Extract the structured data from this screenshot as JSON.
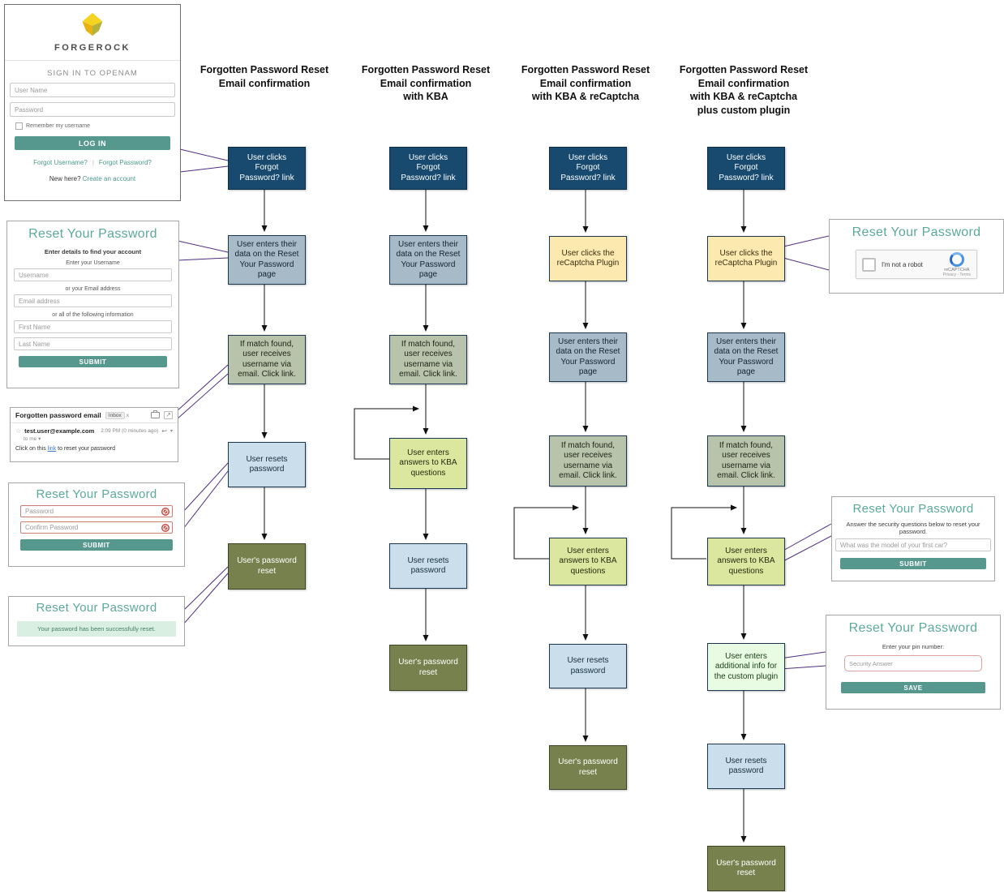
{
  "colors": {
    "accent_teal": "#56988e",
    "title_teal": "#5ba99a",
    "link_teal": "#4a9a8e",
    "navy_box": "#174a6e",
    "bluegray_box": "#a6bac8",
    "sage_box": "#b7c3ab",
    "yellowgreen_box": "#dbe79f",
    "lightblue_box": "#cadeeb",
    "olive_box": "#76814d",
    "cream_box": "#fce9b0",
    "mint_box": "#e7fce2",
    "connector_purple": "#4f2d7f",
    "error_red": "#c9473c",
    "success_bg": "#d9efe2"
  },
  "icons": {
    "expand": "↗",
    "star": "☆",
    "reply": "↩",
    "caret": "▾"
  },
  "columns": [
    {
      "title": "Forgotten Password Reset\nEmail confirmation",
      "boxes": [
        {
          "text": "User clicks\nForgot\nPassword? link"
        },
        {
          "text": "User enters their\ndata on the Reset\nYour Password\npage"
        },
        {
          "text": "If match found,\nuser receives\nusername via\nemail. Click link."
        },
        {
          "text": "User resets\npassword"
        },
        {
          "text": "User's password\nreset"
        }
      ]
    },
    {
      "title": "Forgotten Password Reset\nEmail confirmation\nwith KBA",
      "boxes": [
        {
          "text": "User clicks\nForgot\nPassword? link"
        },
        {
          "text": "User enters their\ndata on the Reset\nYour Password\npage"
        },
        {
          "text": "If match found,\nuser receives\nusername via\nemail. Click link."
        },
        {
          "text": "User enters\nanswers to KBA\nquestions"
        },
        {
          "text": "User resets\npassword"
        },
        {
          "text": "User's password\nreset"
        }
      ]
    },
    {
      "title": "Forgotten Password Reset\nEmail confirmation\nwith KBA & reCaptcha",
      "boxes": [
        {
          "text": "User clicks\nForgot\nPassword? link"
        },
        {
          "text": "User clicks the\nreCaptcha Plugin"
        },
        {
          "text": "User enters their\ndata on the Reset\nYour Password\npage"
        },
        {
          "text": "If match found,\nuser receives\nusername via\nemail. Click link."
        },
        {
          "text": "User enters\nanswers to KBA\nquestions"
        },
        {
          "text": "User resets\npassword"
        },
        {
          "text": "User's password\nreset"
        }
      ]
    },
    {
      "title": "Forgotten Password Reset\nEmail confirmation\nwith KBA & reCaptcha\nplus custom plugin",
      "boxes": [
        {
          "text": "User clicks\nForgot\nPassword? link"
        },
        {
          "text": "User clicks the\nreCaptcha Plugin"
        },
        {
          "text": "User enters their\ndata on the Reset\nYour Password\npage"
        },
        {
          "text": "If match found,\nuser receives\nusername via\nemail. Click link."
        },
        {
          "text": "User enters\nanswers to KBA\nquestions"
        },
        {
          "text": "User enters\nadditional info for\nthe custom plugin"
        },
        {
          "text": "User resets\npassword"
        },
        {
          "text": "User's password\nreset"
        }
      ]
    }
  ],
  "login_card": {
    "brand": "FORGEROCK",
    "heading": "SIGN IN TO OPENAM",
    "username_placeholder": "User Name",
    "password_placeholder": "Password",
    "remember_label": "Remember my username",
    "login_button": "LOG IN",
    "forgot_username_link": "Forgot Username?",
    "divider": "|",
    "forgot_password_link": "Forgot Password?",
    "new_here": "New here?",
    "create_account_link": "Create an account"
  },
  "reset_form_card": {
    "title": "Reset Your Password",
    "subtitle": "Enter details to find your account",
    "username_label": "Enter your Username",
    "username_placeholder": "Username",
    "email_label": "or your Email address",
    "email_placeholder": "Email address",
    "info_label": "or all of the following information",
    "first_name_placeholder": "First Name",
    "last_name_placeholder": "Last Name",
    "submit_button": "SUBMIT"
  },
  "email_card": {
    "subject": "Forgotten password email",
    "inbox_label": "Inbox",
    "inbox_x": "x",
    "sender": "test.user@example.com",
    "time": "2:09 PM (0 minutes ago)",
    "to_me": "to me",
    "body_prefix": "Click on this ",
    "body_link": "link",
    "body_suffix": " to reset your password"
  },
  "password_form_card": {
    "title": "Reset Your Password",
    "password_placeholder": "Password",
    "confirm_placeholder": "Confirm Password",
    "submit_button": "SUBMIT"
  },
  "success_card": {
    "title": "Reset Your Password",
    "message": "Your password has been successfully reset."
  },
  "recaptcha_card": {
    "title": "Reset Your Password",
    "checkbox_label": "I'm not a robot",
    "logo_label": "reCAPTCHA",
    "privacy_terms": "Privacy - Terms"
  },
  "kba_card": {
    "title": "Reset Your Password",
    "instruction": "Answer the security questions below to reset your password.",
    "question_placeholder": "What was the model of your first car?",
    "submit_button": "SUBMIT"
  },
  "pin_card": {
    "title": "Reset Your Password",
    "instruction": "Enter your pin number:",
    "answer_placeholder": "Security Answer",
    "save_button": "SAVE"
  }
}
